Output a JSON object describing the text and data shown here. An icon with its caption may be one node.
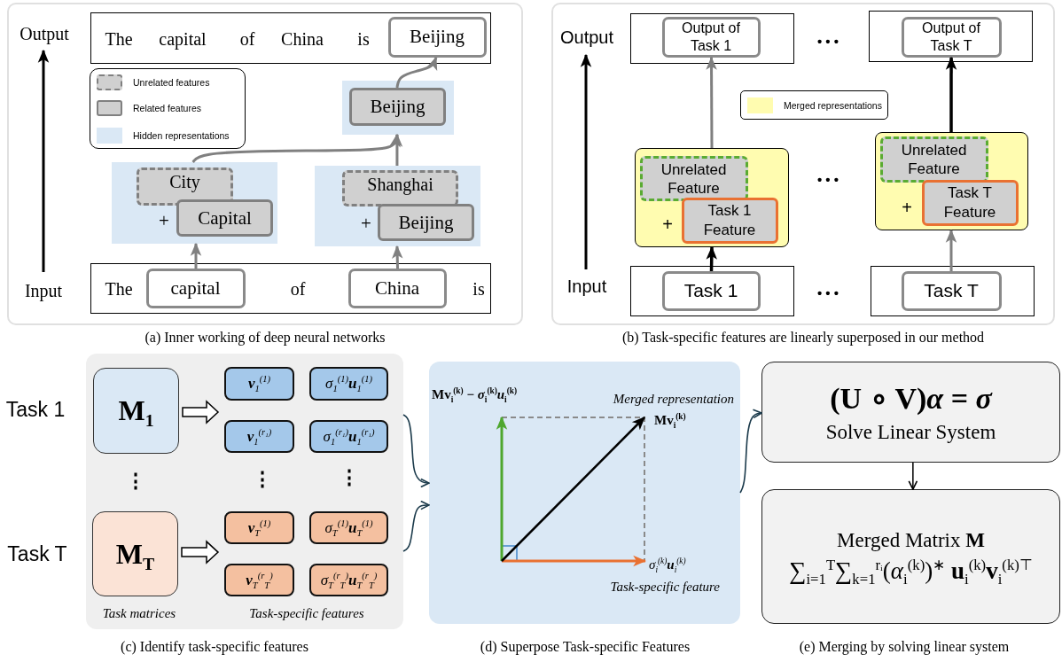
{
  "diagram": {
    "nodes": [
      {
        "text": [],
        "shape": "box"
      },
      {
        "text": [
          "The",
          "capital",
          "of",
          "China",
          "is"
        ],
        "in": 0
      },
      {
        "text": [
          "Beijing"
        ],
        "in": 1
      },
      {
        "text": [],
        "shape": "box",
        "in": 0
      },
      {
        "text": [
          "Beijing"
        ],
        "in": 3
      },
      {
        "text": [
          "+"
        ],
        "in": 0
      },
      {
        "text": [
          "City"
        ],
        "in": 5
      },
      {
        "text": [
          "Capital"
        ],
        "in": 5
      },
      {
        "text": [
          "+"
        ],
        "in": 0
      },
      {
        "text": [
          "Shanghai"
        ],
        "in": 8
      },
      {
        "text": [
          "Beijing"
        ],
        "in": 8
      },
      {
        "text": [
          "The",
          "of",
          "is"
        ],
        "in": 0
      },
      {
        "text": [
          "capital"
        ],
        "in": 11
      },
      {
        "text": [
          "China"
        ],
        "in": 11
      },
      {
        "text": [],
        "shape": "box"
      },
      {
        "text": [],
        "shape": "box",
        "in": 14
      },
      {
        "text": [
          "Output of Task 1"
        ],
        "in": 15
      },
      {
        "text": [],
        "shape": "box",
        "in": 14
      },
      {
        "text": [
          "Output of Task T"
        ],
        "in": 17
      },
      {
        "text": [
          "+"
        ],
        "in": 14
      },
      {
        "text": [
          "Unrelated Feature"
        ],
        "in": 19
      },
      {
        "text": [
          "Task 1 Feature"
        ],
        "in": 19
      },
      {
        "text": [
          "+"
        ],
        "in": 14
      },
      {
        "text": [
          "Unrelated Feature"
        ],
        "in": 22
      },
      {
        "text": [
          "Task T Feature"
        ],
        "in": 22
      },
      {
        "text": [],
        "shape": "box",
        "in": 14
      },
      {
        "text": [
          "Task 1"
        ],
        "in": 25
      },
      {
        "text": [],
        "shape": "box",
        "in": 14
      },
      {
        "text": [
          "Task T"
        ],
        "in": 27
      },
      {
        "text": [],
        "shape": "box"
      },
      {
        "text": [
          "M$_{1}$"
        ],
        "in": 29
      },
      {
        "text": [
          "**v**$_{1}$$^{(1)}$"
        ],
        "in": 29
      },
      {
        "text": [
          "σ$_{1}$$^{(1)}$**u**$_{1}$$^{(1)}$"
        ],
        "in": 29
      },
      {
        "text": [
          "**v**$_{1}$$^{(r₁)}$"
        ],
        "in": 29
      },
      {
        "text": [
          "σ$_{1}$$^{(r₁)}$**u**$_{1}$$^{(r₁)}$"
        ],
        "in": 29
      },
      {
        "text": [
          "M$_{T}$"
        ],
        "in": 29
      },
      {
        "text": [
          "**v**$_{T}$$^{(1)}$"
        ],
        "in": 29
      },
      {
        "text": [
          "σ$_{T}$$^{(1)}$**u**$_{T}$$^{(1)}$"
        ],
        "in": 29
      },
      {
        "text": [
          "**v**$_{T}$$^{(r}$$_{T}$$^{)}$"
        ],
        "in": 29
      },
      {
        "text": [
          "σ$_{T}$$^{(r}$$_{T}$$^{)}$**u**$_{T}$$^{(r}$$_{T}$$^{)}$"
        ],
        "in": 29
      },
      {
        "text": [],
        "shape": "box"
      },
      {
        "text": [
          "(U ∘ V)*α* = *σ*",
          "Solve Linear System"
        ]
      },
      {
        "text": [
          "Merged Matrix **M**",
          "∑$_{i=1}$$^{T}$∑$_{k=1}$$^{rᵢ}$(*α*$_{i}$$^{(k)}$)$^{∗}$ **u**$_{i}$$^{(k)}$**v**$_{i}$$^{(k)⊤}$"
        ]
      }
    ],
    "edges": [
      {
        "from": 12,
        "to": 5,
        "arrow": "to"
      },
      {
        "from": 13,
        "to": 8,
        "arrow": "to"
      },
      {
        "from": 8,
        "to": 3,
        "arrow": "to"
      },
      {
        "from": 5,
        "to": 3,
        "arrow": "to"
      },
      {
        "from": 4,
        "to": 2,
        "arrow": "to"
      },
      {
        "from": 26,
        "to": 19,
        "arrow": "to",
        "color": "#000000"
      },
      {
        "from": 19,
        "to": 16,
        "arrow": "to"
      },
      {
        "from": 28,
        "to": 22,
        "arrow": "to"
      },
      {
        "from": 22,
        "to": 18,
        "arrow": "to",
        "color": "#000000"
      },
      {
        "from": 30,
        "to": null,
        "arrow": "to",
        "style": "thick",
        "color": "#000000"
      },
      {
        "from": 35,
        "to": null,
        "arrow": "to",
        "style": "thick",
        "color": "#000000"
      },
      {
        "from": 29,
        "to": 40,
        "arrow": "to",
        "color": "#1b3a4b"
      },
      {
        "from": 29,
        "to": 40,
        "arrow": "to",
        "color": "#1b3a4b"
      },
      {
        "from": 40,
        "to": 41,
        "arrow": "to",
        "color": "#1b3a4b"
      },
      {
        "from": 41,
        "to": 42,
        "arrow": "to",
        "color": "#000000"
      }
    ],
    "labels": [
      "Output",
      "Input",
      "(a) Inner working of deep neural networks",
      "Output",
      "Input",
      "• • •",
      "• • •",
      "• • •",
      "(b) Task-specific features are linearly superposed in our method",
      "Task 1",
      "Task T",
      "⋮",
      "⋮",
      "⋮",
      "Task matrices",
      "Task-specific features",
      "(c) Identify task-specific features",
      "Mv$_{i}$$^{(k)}$ − *σ*$_{i}$$^{(k)}$*u*$_{i}$$^{(k)}$",
      "Merged representation",
      "Mv$_{i}$$^{(k)}$",
      "σ$_{i}$$^{(k)}$**u**$_{i}$$^{(k)}$",
      "Task-specific feature",
      "(d) Superpose Task-specific Features",
      "(e) Merging by solving linear system"
    ],
    "legend": [
      {
        "text": "Unrelated features"
      },
      {
        "text": "Related features"
      },
      {
        "text": "Hidden representations",
        "color": "#dae8f5"
      },
      {
        "text": "Merged representations",
        "color": "#fffcb0"
      }
    ]
  }
}
